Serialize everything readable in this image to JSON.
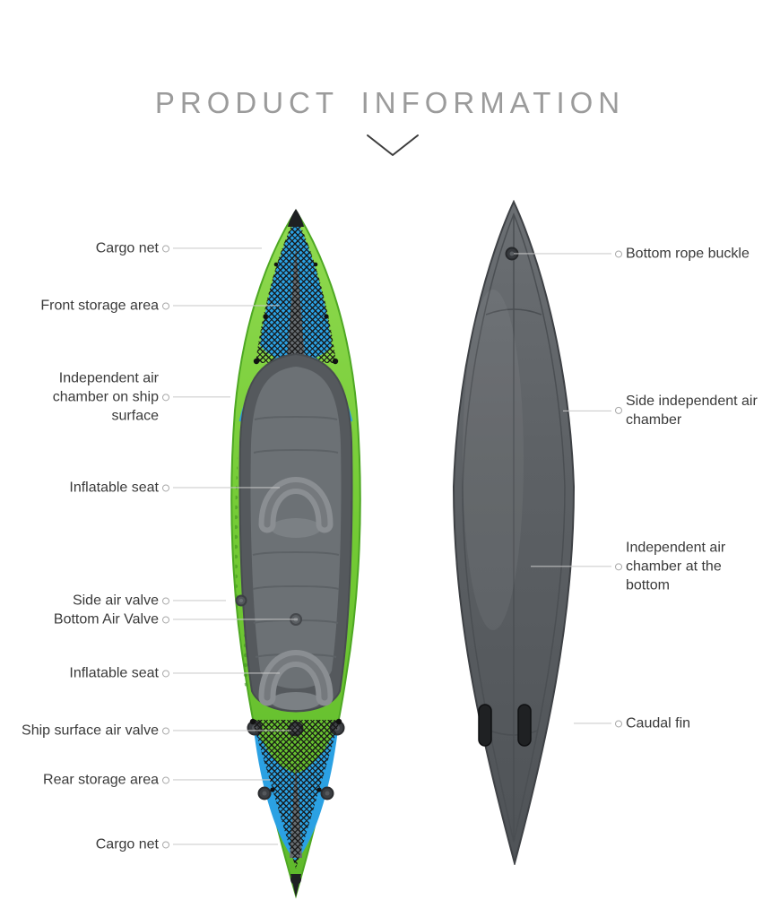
{
  "page": {
    "title": "PRODUCT INFORMATION"
  },
  "callouts_left": [
    {
      "label": "Cargo net"
    },
    {
      "label": "Front storage area"
    },
    {
      "label": "Independent air chamber on ship surface"
    },
    {
      "label": "Inflatable seat"
    },
    {
      "label": "Side air valve"
    },
    {
      "label": "Bottom Air Valve"
    },
    {
      "label": "Inflatable seat"
    },
    {
      "label": "Ship surface air valve"
    },
    {
      "label": "Rear storage area"
    },
    {
      "label": "Cargo net"
    }
  ],
  "callouts_right": [
    {
      "label": "Bottom rope buckle"
    },
    {
      "label": "Side independent air chamber"
    },
    {
      "label": "Independent air chamber at the bottom"
    },
    {
      "label": "Caudal fin"
    }
  ],
  "icons": {
    "chevron_down": "chevron-down"
  },
  "colors": {
    "hull_green": "#74cb35",
    "accent_blue": "#2ba1e3",
    "hull_gray": "#5d6165",
    "title_text": "#9b9b9b",
    "label_text": "#3a3a3a",
    "leader_line": "#c9c9c9"
  }
}
